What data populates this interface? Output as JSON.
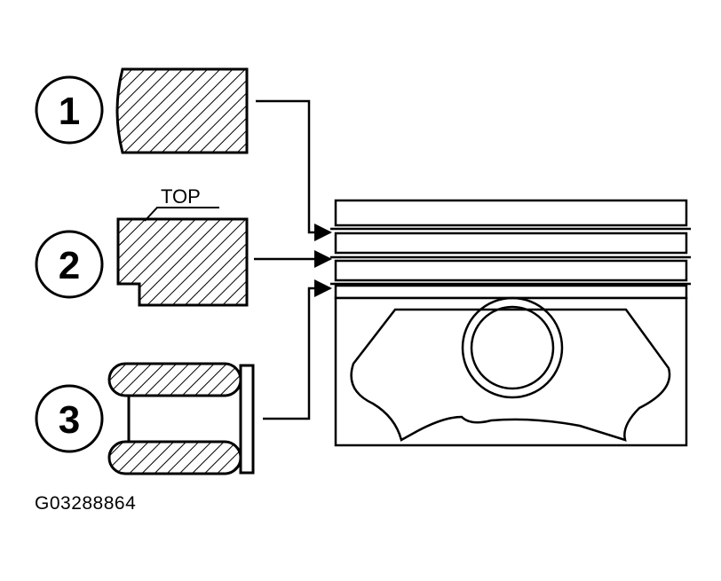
{
  "callouts": [
    {
      "number": "1",
      "description": "Ring cross-section 1 (rectangular)"
    },
    {
      "number": "2",
      "description": "Ring cross-section 2 (stepped)"
    },
    {
      "number": "3",
      "description": "Ring cross-section 3 (oil control)"
    }
  ],
  "labels": {
    "top_marking": "TOP"
  },
  "figure_id": "G03288864",
  "colors": {
    "line": "#000000",
    "background": "#ffffff"
  }
}
